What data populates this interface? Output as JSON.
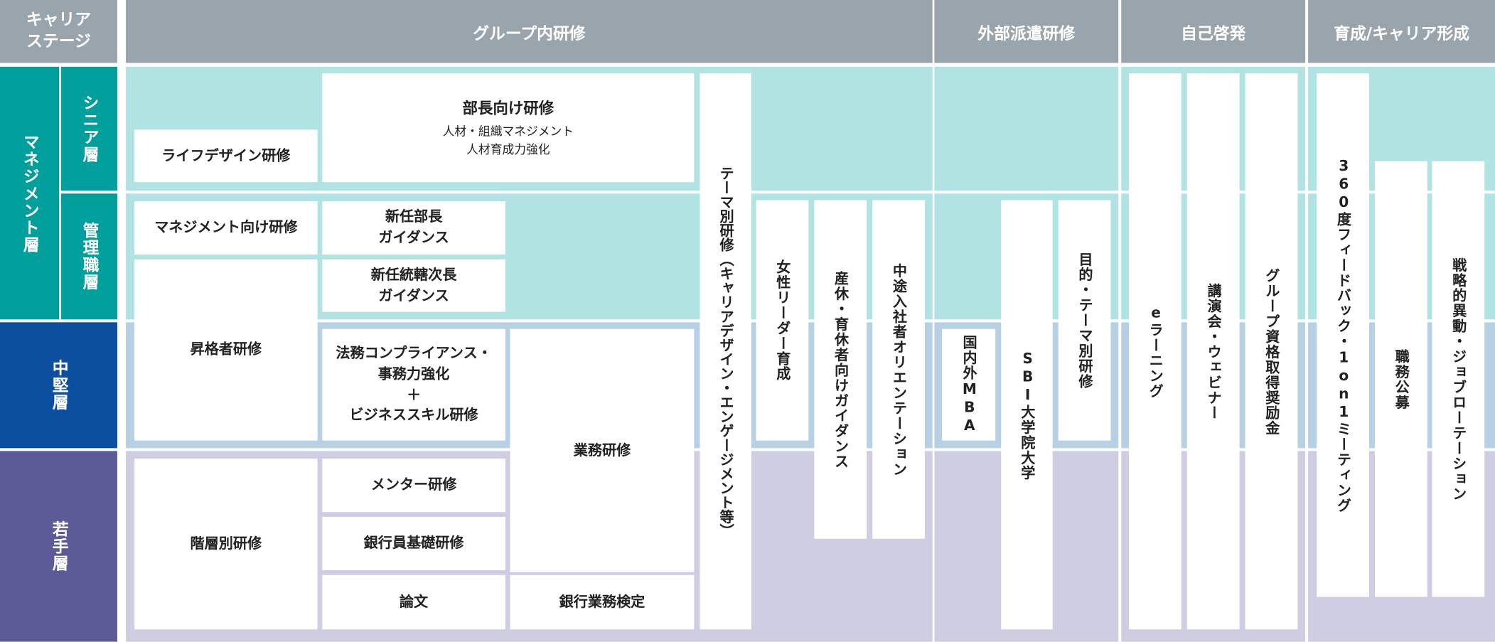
{
  "headers": {
    "career_stage": "キャリア\nステージ",
    "group": "グループ内研修",
    "external": "外部派遣研修",
    "self_dev": "自己啓発",
    "growth": "育成/キャリア形成"
  },
  "stages": {
    "management": "マネジメント層",
    "senior": "シニア層",
    "manager": "管理職層",
    "middle": "中堅層",
    "junior": "若手層"
  },
  "programs": {
    "life_design": "ライフデザイン研修",
    "director": "部長向け研修",
    "director_sub1": "人材・組織マネジメント",
    "director_sub2": "人材育成力強化",
    "theme": "テーマ別研修（キャリアデザイン・エンゲージメント等）",
    "mgmt": "マネジメント向け研修",
    "new_director": "新任部長\nガイダンス",
    "new_deputy": "新任統轄次長\nガイダンス",
    "promotion": "昇格者研修",
    "legal": "法務コンプライアンス・\n事務力強化\n＋\nビジネススキル研修",
    "business": "業務研修",
    "women": "女性リーダー育成",
    "maternity": "産休・育休者向けガイダンス",
    "midcareer": "中途入社者オリエンテーション",
    "mba": "国内外MBA",
    "sbi": "SBI大学院大学",
    "purpose": "目的・テーマ別研修",
    "elearning": "eラーニング",
    "lecture": "講演会・ウェビナー",
    "qualification": "グループ資格取得奨励金",
    "feedback": "360度フィードバック・1on1ミーティング",
    "job_posting": "職務公募",
    "rotation": "戦略的異動・ジョブローテーション",
    "tiered": "階層別研修",
    "mentor": "メンター研修",
    "banker_basic": "銀行員基礎研修",
    "thesis": "論文",
    "bank_exam": "銀行業務検定"
  },
  "colors": {
    "header": "#99a4ad",
    "management": "#009f9c",
    "middle": "#0b4f9e",
    "junior": "#5c5b97",
    "band_management": "#b1e3e2",
    "band_middle": "#b7d0e4",
    "band_junior": "#cfcde1"
  }
}
